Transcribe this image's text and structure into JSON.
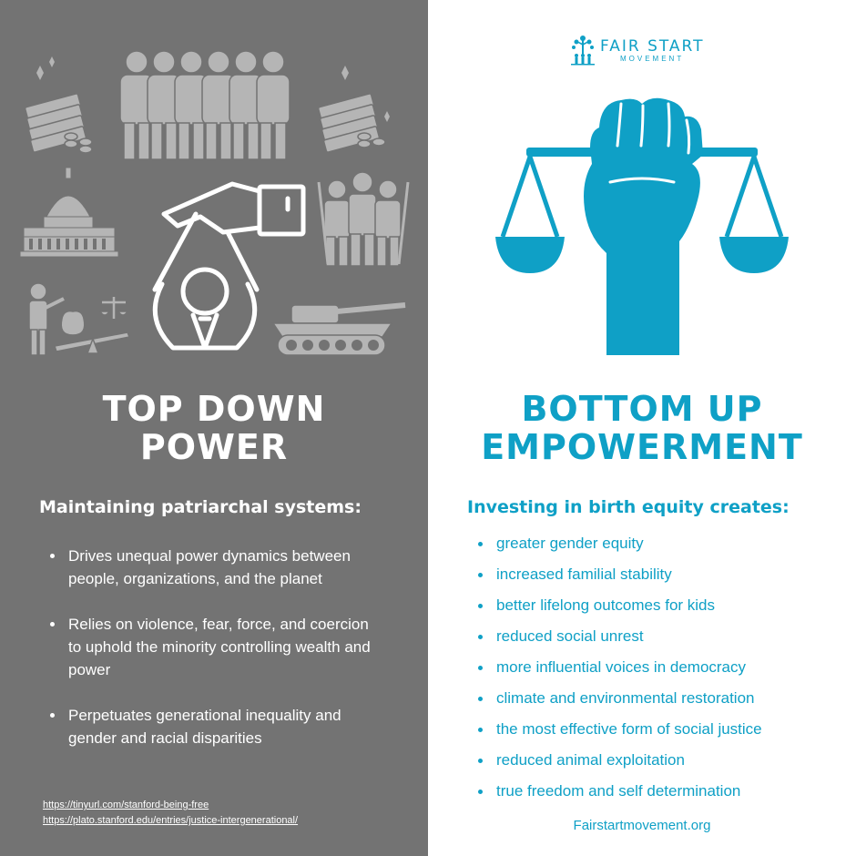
{
  "left": {
    "title_line1": "TOP DOWN",
    "title_line2": "POWER",
    "subtitle": "Maintaining patriarchal systems:",
    "bullets": [
      "Drives unequal power dynamics between people, organizations, and the planet",
      "Relies on violence, fear, force, and coercion to uphold the minority controlling wealth and power",
      "Perpetuates generational inequality and gender and racial disparities"
    ],
    "references": [
      "https://tinyurl.com/stanford-being-free",
      "https://plato.stanford.edu/entries/justice-intergenerational/"
    ],
    "background_color": "#737373",
    "icons": [
      "money-stack-icon",
      "businessmen-group-icon",
      "capitol-building-icon",
      "puppet-hand-icon",
      "soldiers-icon",
      "wealth-scale-icon",
      "tank-icon"
    ]
  },
  "right": {
    "logo": {
      "name": "FAIR START",
      "tagline": "MOVEMENT"
    },
    "title_line1": "BOTTOM UP",
    "title_line2": "EMPOWERMENT",
    "subtitle": "Investing in birth equity creates:",
    "bullets": [
      "greater gender equity",
      "increased familial stability",
      "better lifelong outcomes for kids",
      "reduced social unrest",
      "more influential voices in democracy",
      "climate and environmental restoration",
      "the most effective form of social justice",
      "reduced animal exploitation",
      "true freedom and self determination"
    ],
    "footer_url": "Fairstartmovement.org",
    "accent_color": "#0fa0c6",
    "icons": [
      "raised-fist-scale-icon"
    ]
  }
}
